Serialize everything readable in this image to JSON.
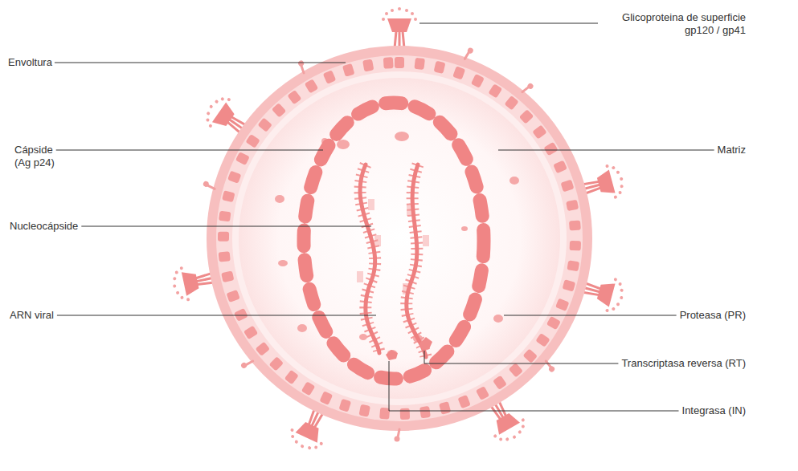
{
  "diagram": {
    "labels": [
      "Glicoproteina de superficie gp120 / gp41",
      "Envoltura",
      "Cápside (Ag p24)",
      "Nucleocápside",
      "ARN viral",
      "Matriz",
      "Proteasa (PR)",
      "Transcriptasa reversa (RT)",
      "Integrasa (IN)"
    ]
  }
}
